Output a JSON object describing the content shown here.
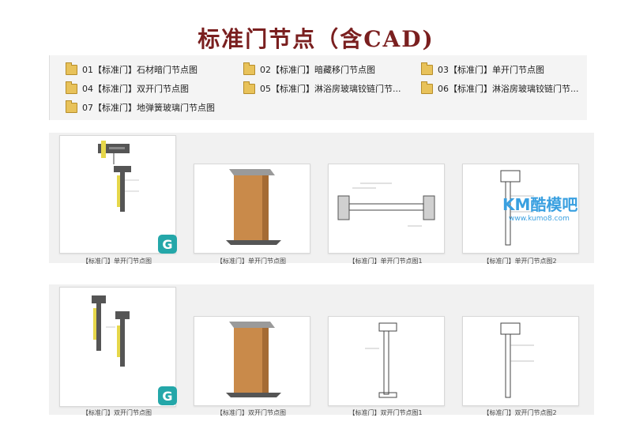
{
  "title": "标准门节点（含CAD)",
  "folders": [
    "01【标准门】石材暗门节点图",
    "02【标准门】暗藏移门节点图",
    "03【标准门】单开门节点图",
    "04【标准门】双开门节点图",
    "05【标准门】淋浴房玻璃铰链门节...",
    "06【标准门】淋浴房玻璃铰链门节...",
    "07【标准门】地弹簧玻璃门节点图"
  ],
  "row1": [
    "【标准门】单开门节点图",
    "【标准门】单开门节点图",
    "【标准门】单开门节点图1",
    "【标准门】单开门节点图2"
  ],
  "row2": [
    "【标准门】双开门节点图",
    "【标准门】双开门节点图",
    "【标准门】双开门节点图1",
    "【标准门】双开门节点图2"
  ],
  "logo_letter": "G",
  "watermark": {
    "brand": "KM酷模吧",
    "url": "www.kumo8.com"
  },
  "colors": {
    "title": "#7a1f1f",
    "folder": "#e8c25a",
    "wood": "#c98a4a",
    "teal": "#24a7a9",
    "watermark": "#3aa0e0"
  }
}
